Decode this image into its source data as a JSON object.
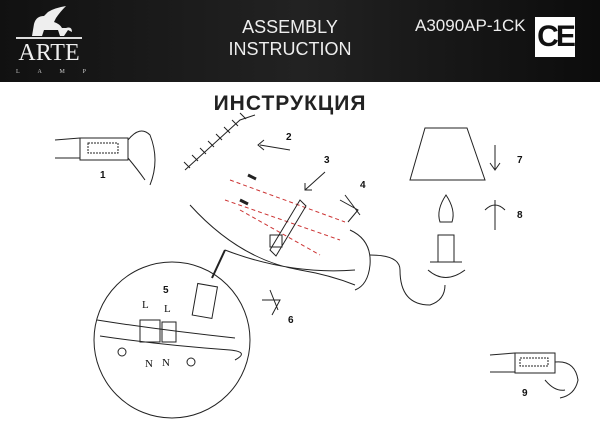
{
  "header": {
    "brand": "ARTE",
    "brand_sub": [
      "L",
      "A",
      "M",
      "P"
    ],
    "title_line1": "ASSEMBLY",
    "title_line2": "INSTRUCTION",
    "model": "A3090AP-1CK",
    "certification": "CE"
  },
  "heading": "ИНСТРУКЦИЯ",
  "steps": {
    "s1": "1",
    "s2": "2",
    "s3": "3",
    "s4": "4",
    "s5": "5",
    "s6": "6",
    "s7": "7",
    "s8": "8",
    "s9": "9"
  },
  "wiring": {
    "live1": "L",
    "live2": "L",
    "neutral1": "N",
    "neutral2": "N"
  }
}
